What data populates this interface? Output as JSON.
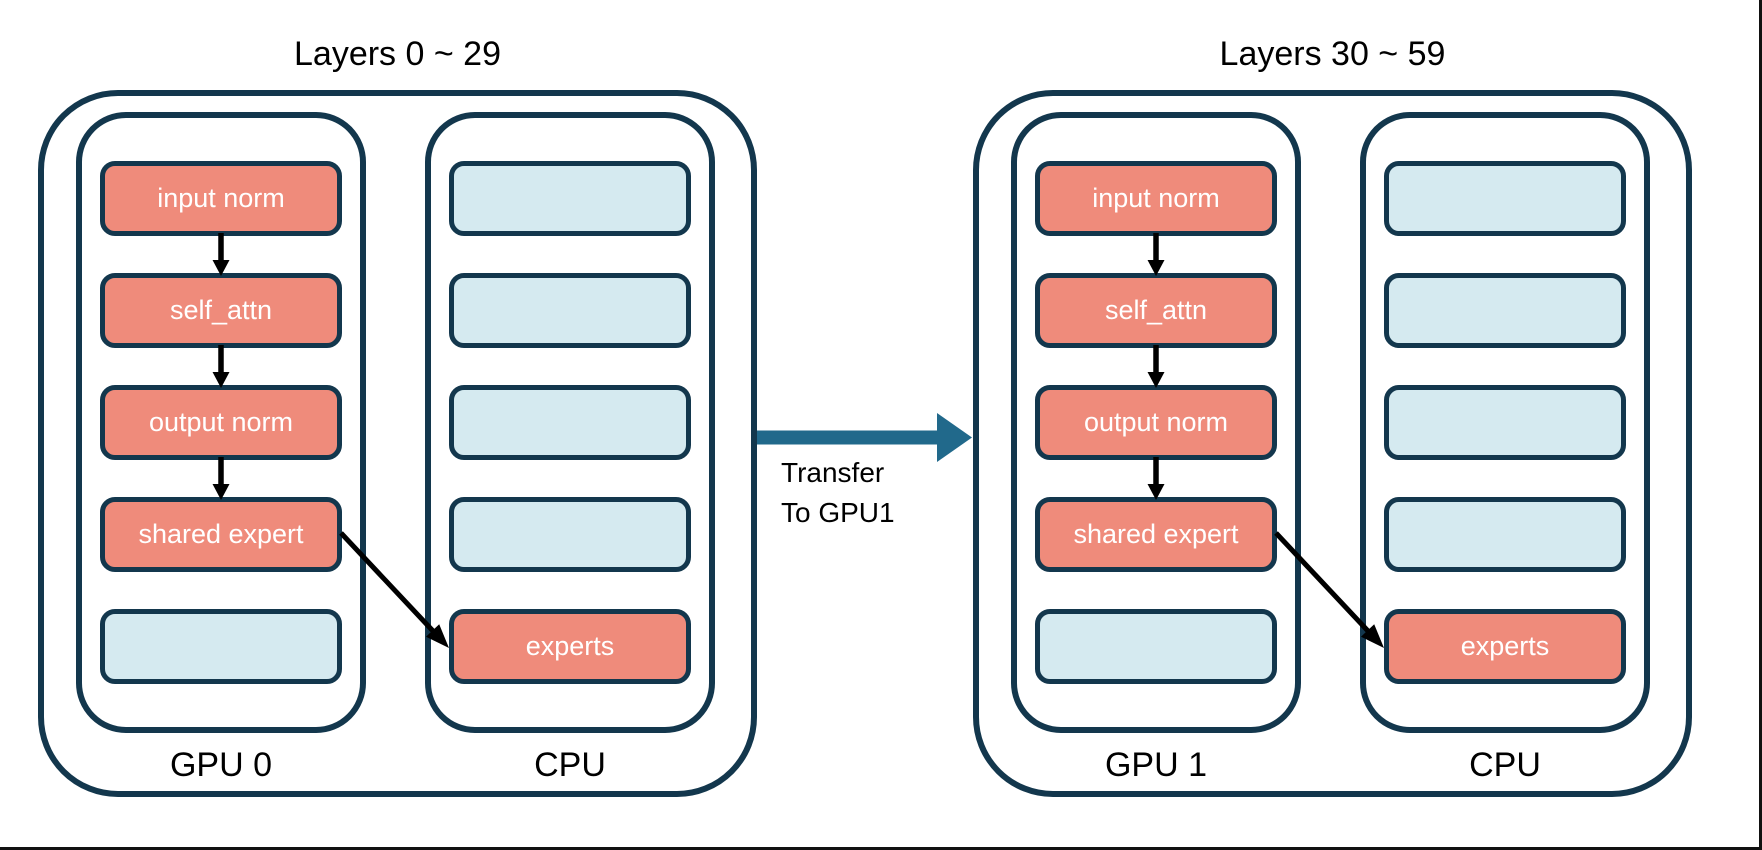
{
  "diagram": {
    "colors": {
      "border_navy": "#13374d",
      "module_salmon": "#ef8b7b",
      "empty_blue": "#d5eaf0",
      "transfer_teal": "#21698b",
      "arrow_black": "#000000",
      "text_white": "#ffffff",
      "text_black": "#000000"
    },
    "groups": [
      {
        "title": "Layers 0 ~ 29",
        "gpu_label": "GPU 0",
        "cpu_label": "CPU",
        "gpu_modules": [
          "input norm",
          "self_attn",
          "output norm",
          "shared expert"
        ],
        "gpu_empty_slot_count": 1,
        "cpu_empty_slot_count": 4,
        "cpu_module": "experts"
      },
      {
        "title": "Layers 30 ~ 59",
        "gpu_label": "GPU 1",
        "cpu_label": "CPU",
        "gpu_modules": [
          "input norm",
          "self_attn",
          "output norm",
          "shared expert"
        ],
        "gpu_empty_slot_count": 1,
        "cpu_empty_slot_count": 4,
        "cpu_module": "experts"
      }
    ],
    "transfer": {
      "label_line1": "Transfer",
      "label_line2": "To GPU1"
    }
  }
}
